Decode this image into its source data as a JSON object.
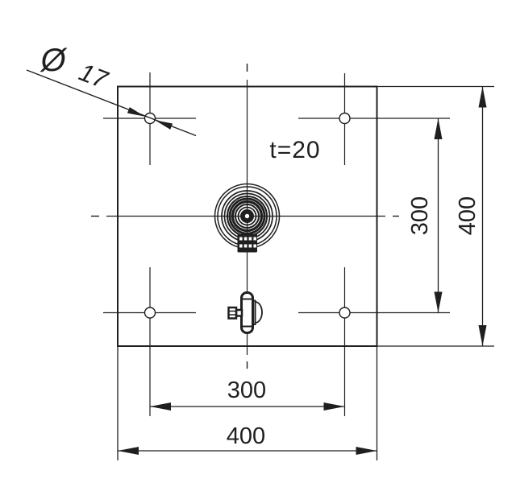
{
  "colors": {
    "line": "#1f1f1f",
    "background": "#ffffff"
  },
  "labels": {
    "thickness": "t=20",
    "hole_diameter_symbol": "Ø",
    "hole_diameter_value": "17"
  },
  "dimensions": {
    "hole_spacing_x": "300",
    "overall_width": "400",
    "hole_spacing_y": "300",
    "overall_height": "400"
  }
}
